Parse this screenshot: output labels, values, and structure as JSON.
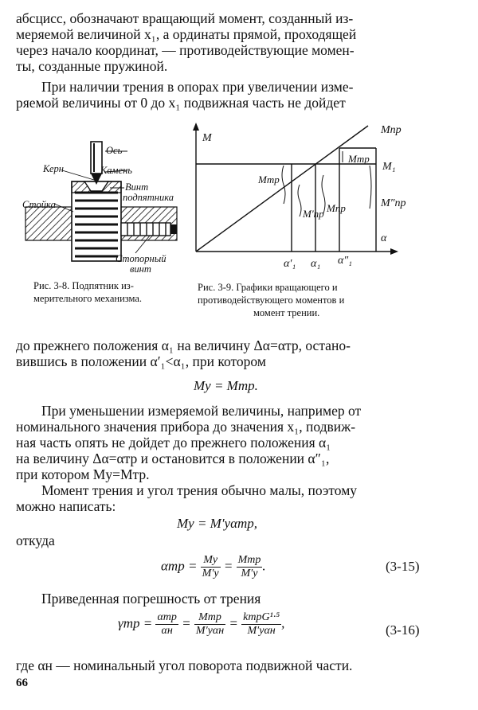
{
  "paragraphs": {
    "p1_l1": "абсцисс, обозначают вращающий момент, созданный из-",
    "p1_l2": "меряемой величиной x₁, а ординаты прямой, проходящей",
    "p1_l3": "через начало координат, — противодействующие момен-",
    "p1_l4": "ты, созданные пружиной.",
    "p2_l1": "При наличии трения в опорах при увеличении изме-",
    "p2_l2": "ряемой величины от 0 до x₁ подвижная часть не дойдет",
    "p3_l1": "до прежнего положения α₁ на величину Δα=αтр, остано-",
    "p3_l2": "вившись в положении α′₁<α₁, при котором",
    "p4_l1": "При уменьшении измеряемой величины, например от",
    "p4_l2": "номинального значения прибора до значения x₁, подвиж-",
    "p4_l3": "ная часть опять не дойдет до прежнего положения α₁",
    "p4_l4": "на величину Δα=αтр и остановится в положении α″₁,",
    "p4_l5": "при котором Mу=Mтр.",
    "p5_l1": "Момент трения и угол трения обычно малы, поэтому",
    "p5_l2": "можно написать:",
    "otkuda": "откуда",
    "p6": "Приведенная погрешность от трения",
    "p7": "где αн — номинальный угол поворота подвижной части."
  },
  "equations": {
    "eq1": "Mу = Mтр.",
    "eq2": "Mу = M′уαтр,",
    "eq3_lhs": "αтр =",
    "eq3_f1_num": "Mу",
    "eq3_f1_den": "M′у",
    "eq3_eq": "=",
    "eq3_f2_num": "Mтр",
    "eq3_f2_den": "M′у",
    "eq3_end": ".",
    "eq3_num": "(3-15)",
    "eq4_lhs": "γтр =",
    "eq4_f1_num": "αтр",
    "eq4_f1_den": "αн",
    "eq4_eq1": "=",
    "eq4_f2_num": "Mтр",
    "eq4_f2_den": "M′уαн",
    "eq4_eq2": "=",
    "eq4_f3_num": "kтрG¹·⁵",
    "eq4_f3_den": "M′уαн",
    "eq4_end": ",",
    "eq4_num": "(3-16)"
  },
  "figure_38": {
    "labels": {
      "os": "Ось",
      "kern": "Керн",
      "kamen": "Камень",
      "vint_podpyatnika_1": "Винт",
      "vint_podpyatnika_2": "подпятника",
      "stoyka": "Стойка",
      "stopornyi_1": "Стопорный",
      "stopornyi_2": "винт"
    },
    "caption_l1": "Рис. 3-8. Подпятник из-",
    "caption_l2": "мерительного механизма."
  },
  "figure_39": {
    "labels": {
      "M": "M",
      "Mpr": "Mпр",
      "Mtr_top": "Mтр",
      "M1": "M₁",
      "Mpr_dd": "M″пр",
      "Mtr_left": "Mтр",
      "Mpr_d": "M′пр",
      "Mpr_mid": "Mпр",
      "alpha": "α",
      "alpha1_d": "α′₁",
      "alpha1": "α₁",
      "alpha1_dd": "α″₁"
    },
    "caption_l1": "Рис. 3-9. Графики вращающего и",
    "caption_l2": "противодействующего моментов и",
    "caption_l3": "момент трении."
  },
  "page_number": "66"
}
